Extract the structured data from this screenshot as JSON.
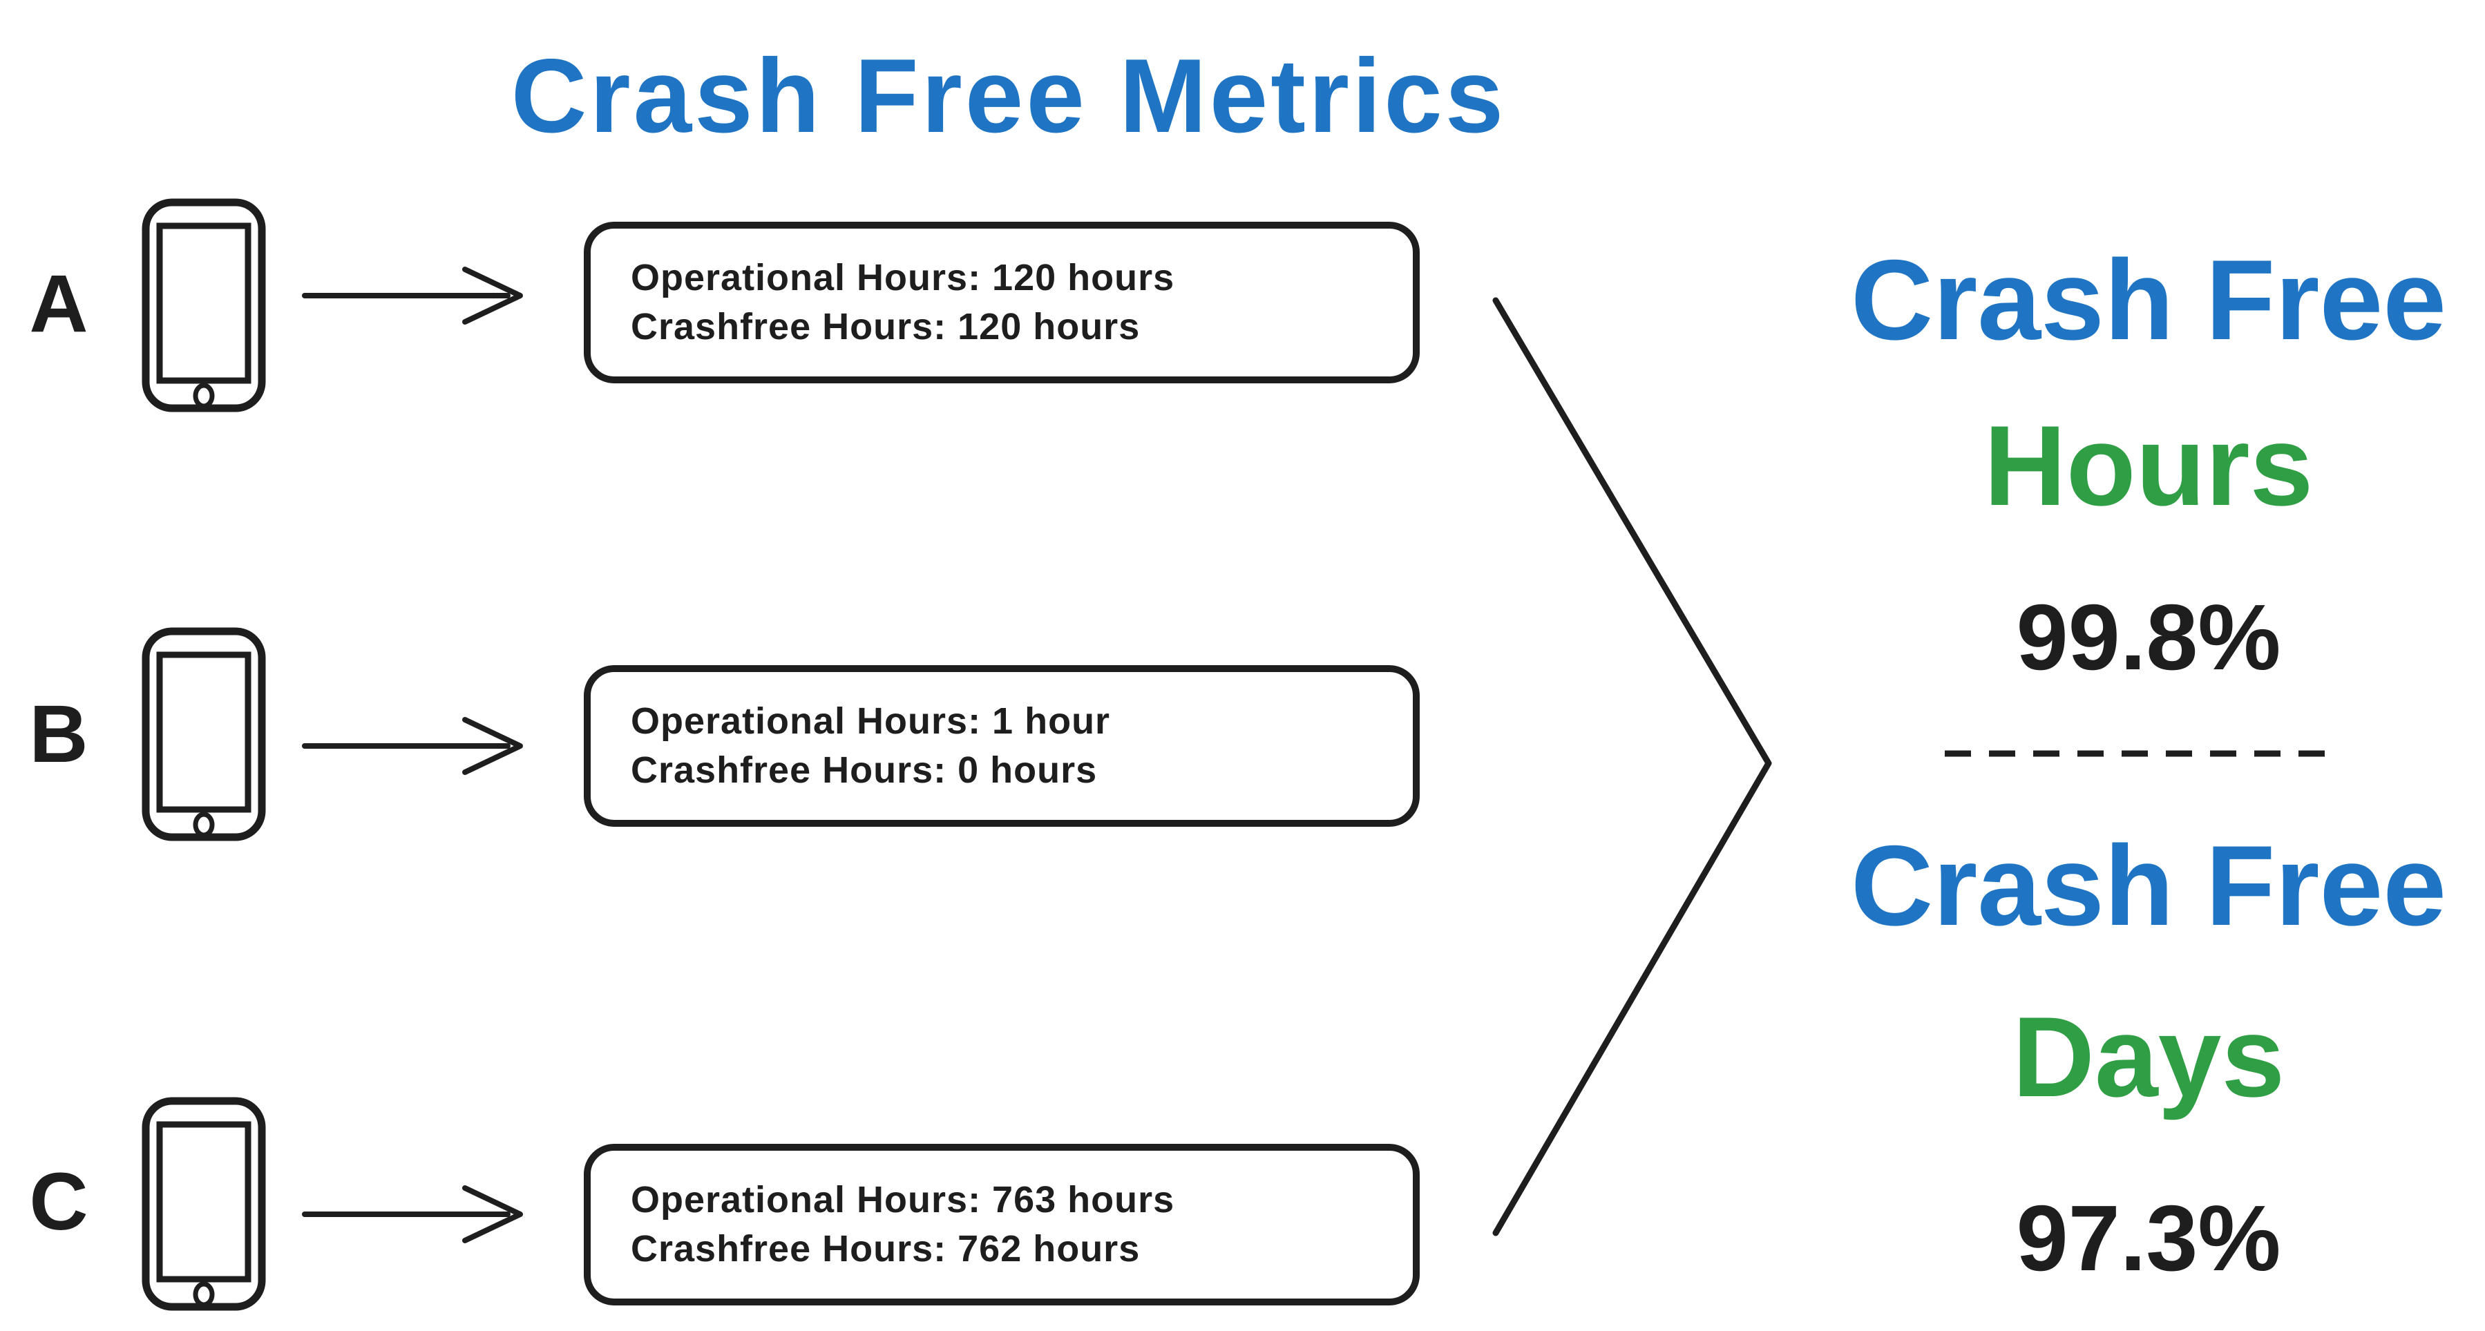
{
  "page": {
    "background": "#ffffff"
  },
  "palette": {
    "blue": "#1f75c4",
    "green": "#2f9e44",
    "ink": "#1e1e1e"
  },
  "title": "Crash Free Metrics",
  "devices": [
    {
      "label": "A",
      "operational_hours": "Operational Hours: 120 hours",
      "crashfree_hours": "Crashfree Hours: 120 hours"
    },
    {
      "label": "B",
      "operational_hours": "Operational Hours: 1 hour",
      "crashfree_hours": "Crashfree Hours: 0 hours"
    },
    {
      "label": "C",
      "operational_hours": "Operational Hours: 763 hours",
      "crashfree_hours": "Crashfree Hours: 762 hours"
    }
  ],
  "results": {
    "crash_free_hours": {
      "label_line1": "Crash Free",
      "label_line2": "Hours",
      "value": "99.8%"
    },
    "crash_free_days": {
      "label_line1": "Crash Free",
      "label_line2": "Days",
      "value": "97.3%"
    }
  },
  "icons": {
    "phone": "phone-icon",
    "arrow": "arrow-right-icon",
    "merge": "merge-chevron-icon",
    "divider": "dashed-divider"
  }
}
